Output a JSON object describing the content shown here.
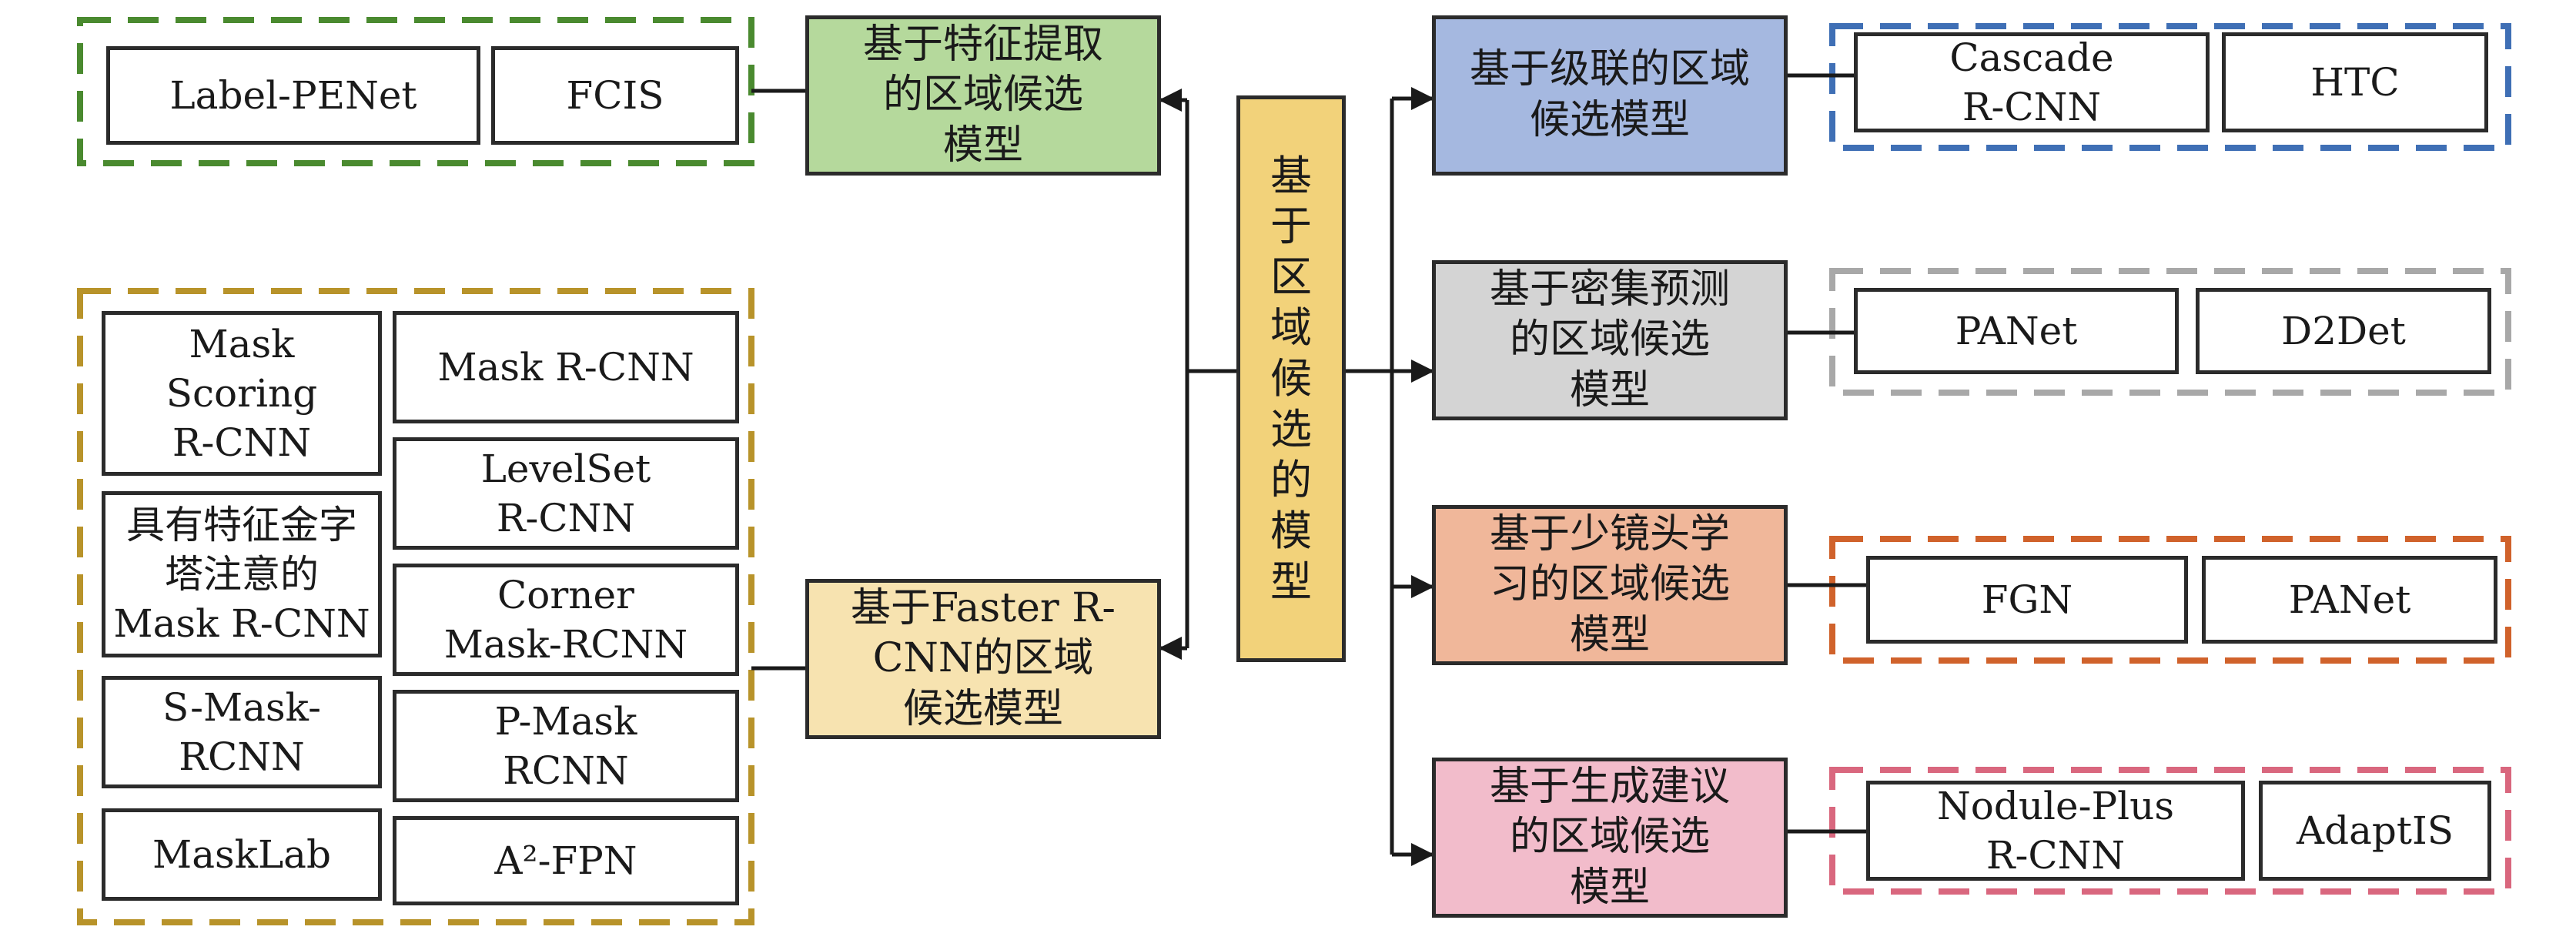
{
  "center": {
    "label": "基\n于\n区\n域\n候\n选\n的\n模\n型",
    "color": "#f2d27a"
  },
  "left_categories": [
    {
      "label": "基于特征提取\n的区域候选\n模型",
      "color": "#b5d99c",
      "border_color": "#4a8a2f",
      "models": [
        "Label-PENet",
        "FCIS"
      ]
    },
    {
      "label": "基于Faster R-\nCNN的区域\n候选模型",
      "color": "#f7e3b0",
      "border_color": "#b8932a",
      "models": [
        "Mask\nScoring\nR-CNN",
        "Mask R-CNN",
        "LevelSet\nR-CNN",
        "具有特征金字\n塔注意的\nMask R-CNN",
        "Corner\nMask-RCNN",
        "S-Mask-\nRCNN",
        "P-Mask\nRCNN",
        "MaskLab",
        "A²-FPN"
      ]
    }
  ],
  "right_categories": [
    {
      "label": "基于级联的区域\n候选模型",
      "color": "#a5b8e0",
      "border_color": "#3f6fb5",
      "models": [
        "Cascade\nR-CNN",
        "HTC"
      ]
    },
    {
      "label": "基于密集预测\n的区域候选\n模型",
      "color": "#d4d4d4",
      "border_color": "#a8a8a8",
      "models": [
        "PANet",
        "D2Det"
      ]
    },
    {
      "label": "基于少镜头学\n习的区域候选\n模型",
      "color": "#f0b79a",
      "border_color": "#d0622b",
      "models": [
        "FGN",
        "PANet"
      ]
    },
    {
      "label": "基于生成建议\n的区域候选\n模型",
      "color": "#f2bccb",
      "border_color": "#d9677e",
      "models": [
        "Nodule-Plus\nR-CNN",
        "AdaptIS"
      ]
    }
  ]
}
